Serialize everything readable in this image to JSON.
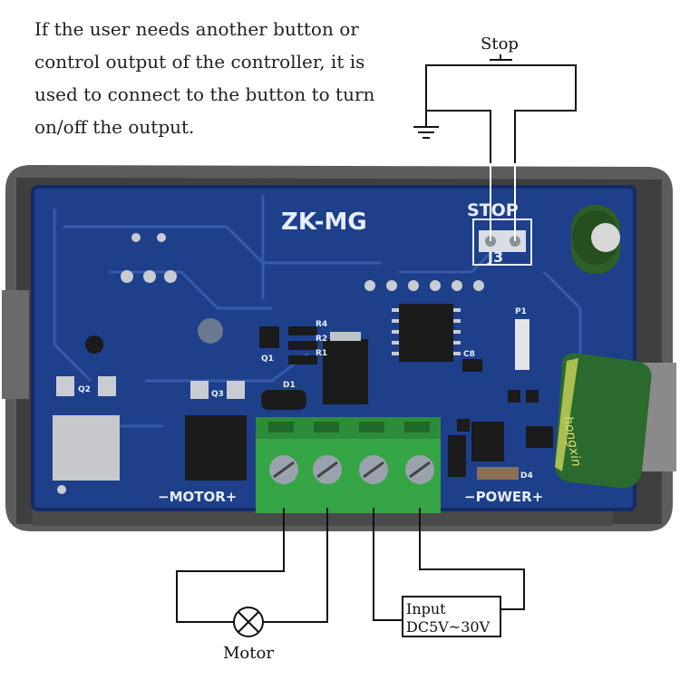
{
  "description_text": "If the user needs another button or control output of the controller, it is used to connect to the button to turn on/off the output.",
  "labels": {
    "stop_switch": "Stop",
    "motor": "Motor",
    "input_line1": "Input",
    "input_line2": "DC5V~30V"
  },
  "board": {
    "model": "ZK-MG",
    "stop_header": "STOP",
    "stop_connector": "J3",
    "motor_terminal": "−MOTOR+",
    "power_terminal": "−POWER+",
    "pin_header": "P1",
    "components": {
      "q1": "Q1",
      "q2": "Q2",
      "q3": "Q3",
      "d1": "D1",
      "d4": "D4",
      "r1": "R1",
      "r2": "R2",
      "r4": "R4",
      "c8": "C8"
    },
    "capacitor_brand": "hongxin"
  },
  "colors": {
    "pcb": "#1e3f8a",
    "pcb_dark": "#132c66",
    "enclosure": "#5a5a5a",
    "terminal": "#36a546",
    "capacitor": "#2b6a2e",
    "copper_trace": "#3a5fb0"
  },
  "icons": {
    "ground": "ground-icon",
    "lamp": "lamp-icon",
    "switch": "push-switch-icon"
  }
}
